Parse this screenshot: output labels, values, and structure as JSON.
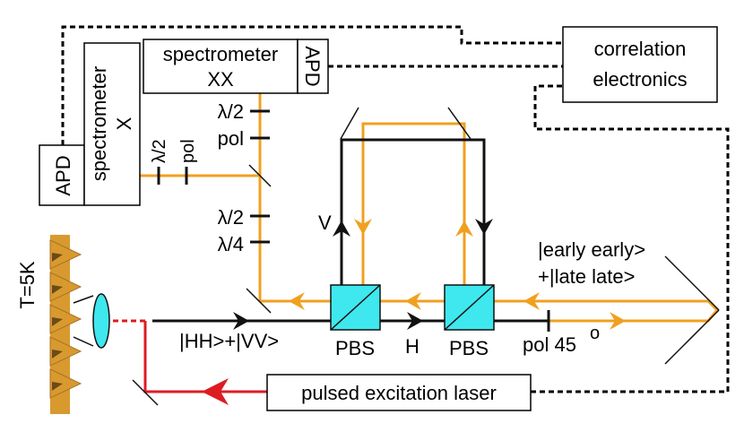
{
  "colors": {
    "orange": "#f0a020",
    "black": "#111111",
    "red": "#dd1c22",
    "cyan": "#3ee8ee",
    "dash": "#000000",
    "sample": "#d89a2e"
  },
  "boxes": {
    "apd_left": "APD",
    "spectrometer_x_line1": "spectrometer",
    "spectrometer_x_line2": "X",
    "spectrometer_xx_line1": "spectrometer",
    "spectrometer_xx_line2": "XX",
    "apd_top": "APD",
    "correlation_line1": "correlation",
    "correlation_line2": "electronics",
    "laser": "pulsed excitation laser"
  },
  "labels": {
    "lambda2_top": "λ/2",
    "pol_top": "pol",
    "lambda2_rot": "λ/2",
    "pol_rot": "pol",
    "lambda2_mid": "λ/2",
    "lambda4_mid": "λ/4",
    "v": "V",
    "h": "H",
    "pbs_left": "PBS",
    "pbs_right": "PBS",
    "pol45": "pol 45",
    "pol45_sup": "o",
    "hh_vv": "|HH>+|VV>",
    "early_early": "|early early>",
    "late_late": "+|late late>",
    "temperature": "T=5K"
  }
}
